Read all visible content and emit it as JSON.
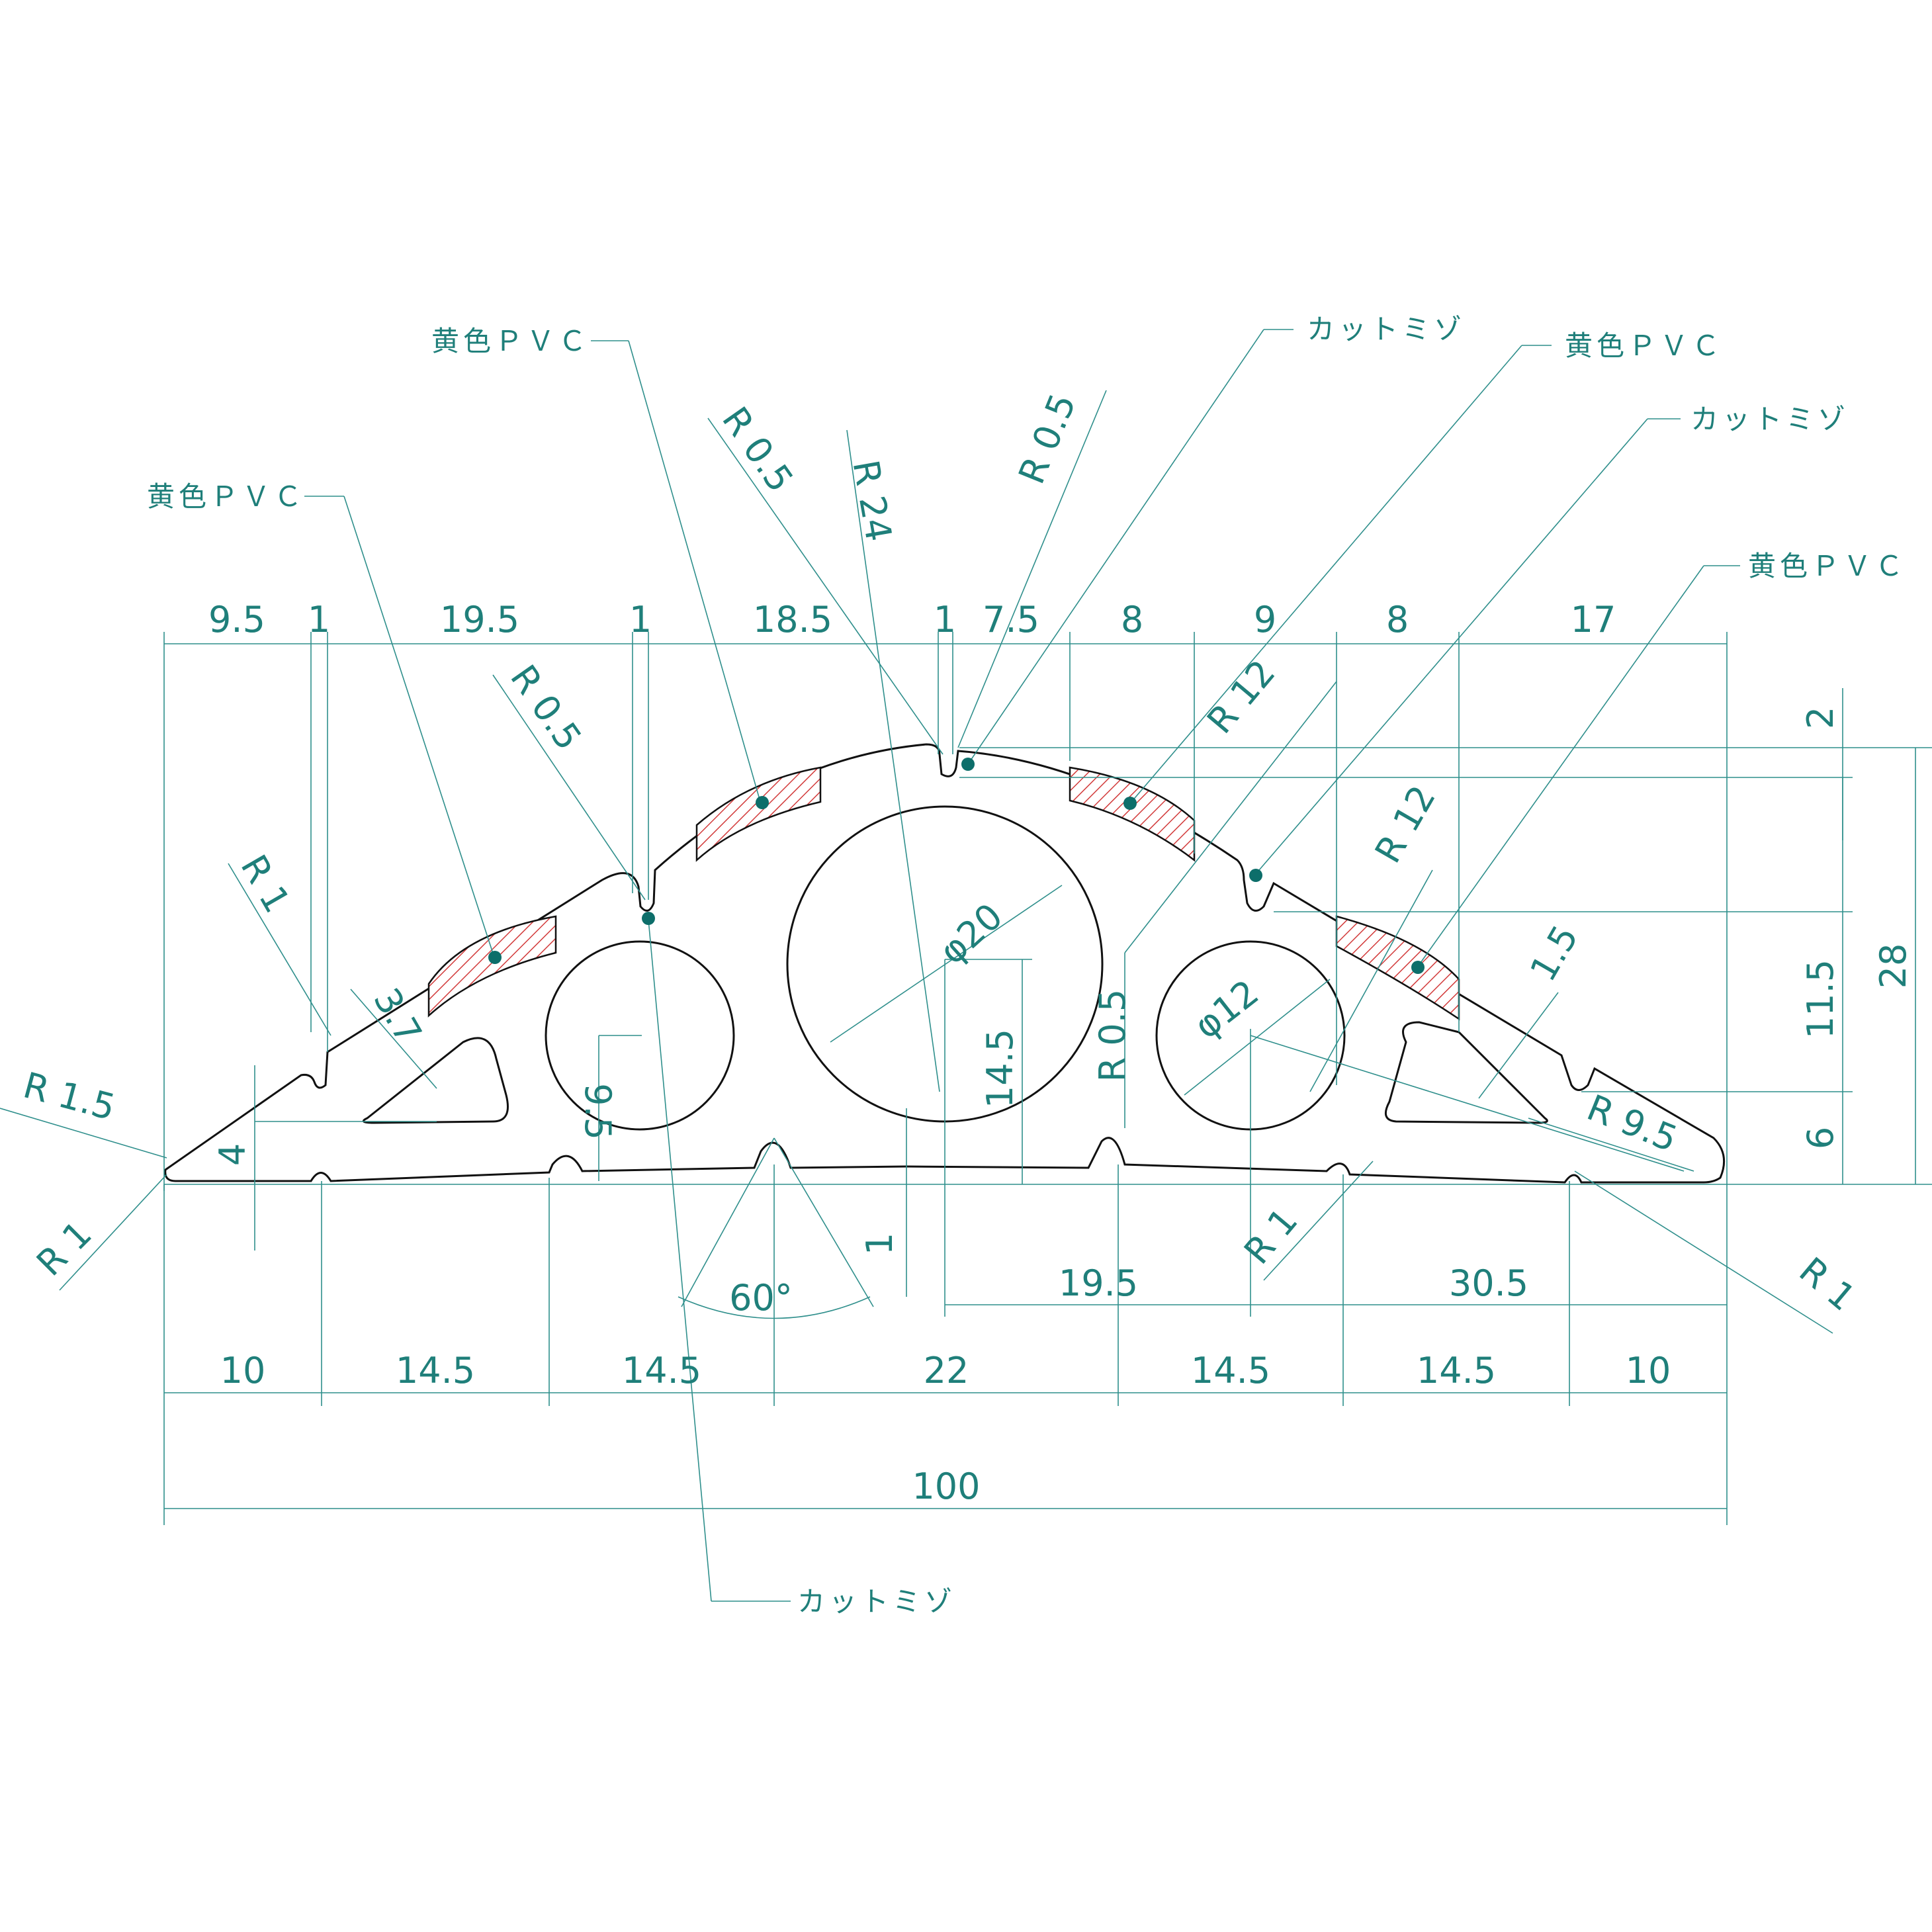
{
  "top_dims": [
    "9.5",
    "1",
    "19.5",
    "1",
    "18.5",
    "1",
    "7.5",
    "8",
    "9",
    "8",
    "17"
  ],
  "bottom_dims": [
    "10",
    "14.5",
    "14.5",
    "22",
    "14.5",
    "14.5",
    "10"
  ],
  "overall": "100",
  "mid_dims": {
    "a": "19.5",
    "b": "30.5"
  },
  "right_dims": {
    "top": "2",
    "middle": "11.5",
    "bottom": "6",
    "total": "28"
  },
  "radii": {
    "r05_a": "R 0.5",
    "r05_b": "R 0.5",
    "r05_c": "R 0.5",
    "r05_d": "R 0.5",
    "r24": "R 24",
    "r12_a": "R 12",
    "r12_b": "R 12",
    "r1_a": "R 1",
    "r1_b": "R 1",
    "r1_c": "R 1",
    "r1_d": "R 1",
    "r15": "R 1.5",
    "r95": "R 9.5"
  },
  "diameters": {
    "d20": "φ20",
    "d12": "φ12"
  },
  "misc_dims": {
    "d37": "3.7",
    "d4": "4",
    "d95": "9.5",
    "d145": "14.5",
    "d1": "1",
    "d15": "1.5",
    "angle": "60°"
  },
  "notes": {
    "pvc1": "黄色ＰＶＣ",
    "pvc2": "黄色ＰＶＣ",
    "pvc3": "黄色ＰＶＣ",
    "pvc4": "黄色ＰＶＣ",
    "cut1": "カットミゾ",
    "cut2": "カットミゾ",
    "cut3": "カットミゾ"
  },
  "colors": {
    "dimension": "#2f8f8c",
    "outline": "#111111",
    "hatch": "#d23a3a"
  }
}
